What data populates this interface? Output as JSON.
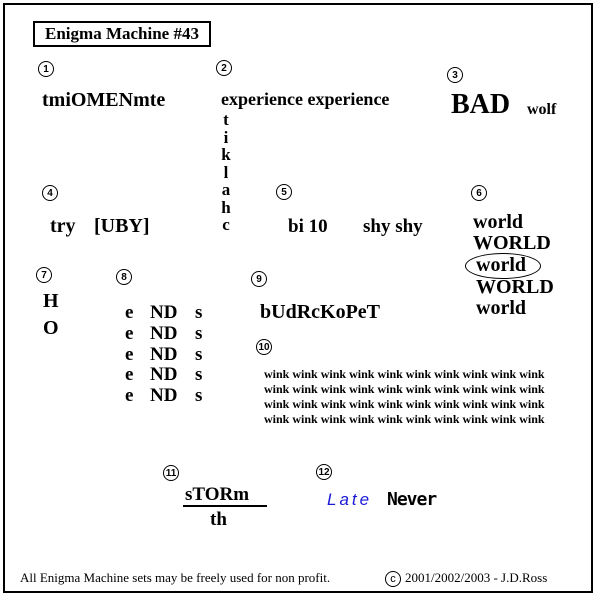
{
  "title": "Enigma Machine #43",
  "numbers": [
    "1",
    "2",
    "3",
    "4",
    "5",
    "6",
    "7",
    "8",
    "9",
    "10",
    "11",
    "12"
  ],
  "puzzle1": "tmiOMENmte",
  "puzzle2": {
    "text": "experience experience",
    "vertical": [
      "t",
      "i",
      "k",
      "l",
      "a",
      "h",
      "c"
    ]
  },
  "puzzle3": {
    "big": "BAD",
    "small": "wolf"
  },
  "puzzle4": {
    "a": "try",
    "b": "[UBY]"
  },
  "puzzle5": {
    "a": "bi 10",
    "b": "shy shy"
  },
  "puzzle6": [
    "world",
    "WORLD",
    "world",
    "WORLD",
    "world"
  ],
  "puzzle7": [
    "H",
    "O"
  ],
  "puzzle8": {
    "row": [
      "e",
      "ND",
      "s"
    ],
    "count": 5
  },
  "puzzle9": "bUdRcKoPeT",
  "puzzle10": {
    "word": "wink",
    "per_line": 10,
    "lines": 4
  },
  "puzzle11": {
    "top": "sTORm",
    "bottom": "th"
  },
  "puzzle12": {
    "a": "Late",
    "b": "Never",
    "a_color": "#1a1ad6"
  },
  "footer": {
    "left": "All Enigma Machine sets may be freely used for non profit.",
    "icon": "copyright-icon",
    "right": "2001/2002/2003 - J.D.Ross"
  }
}
